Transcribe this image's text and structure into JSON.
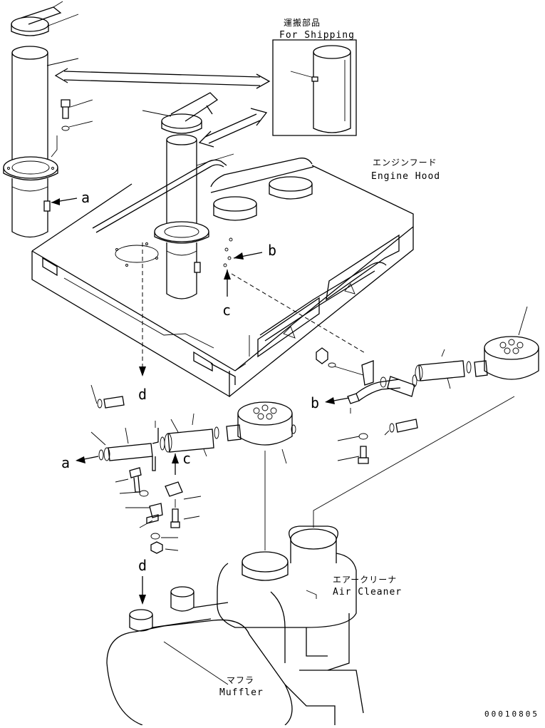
{
  "labels": {
    "shipping_jp": "運搬部品",
    "shipping_en": "For Shipping",
    "engine_hood_jp": "エンジンフード",
    "engine_hood_en": "Engine Hood",
    "air_cleaner_jp": "エアークリーナ",
    "air_cleaner_en": "Air Cleaner",
    "muffler_jp": "マフラ",
    "muffler_en": "Muffler"
  },
  "reference_letters": {
    "a_top": "a",
    "b_top": "b",
    "c_top": "c",
    "d_mid": "d",
    "b_mid": "b",
    "a_lower": "a",
    "c_lower": "c",
    "d_lower": "d"
  },
  "drawing_number": "00010805"
}
